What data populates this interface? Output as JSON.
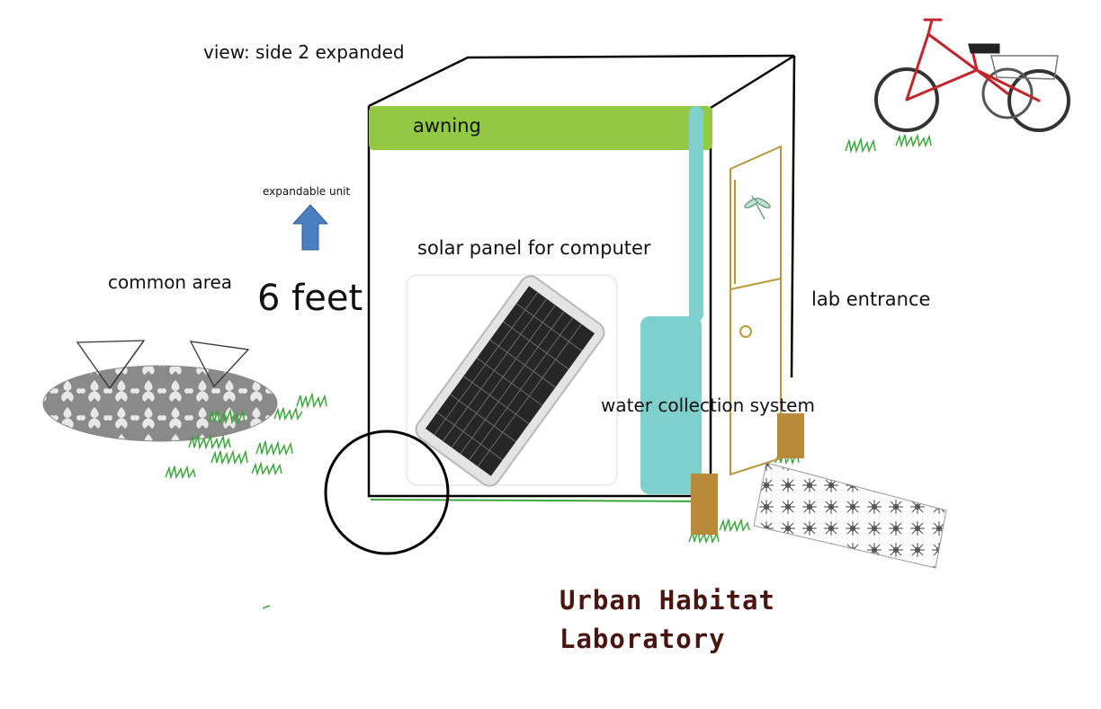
{
  "labels": {
    "view": "view: side 2 expanded",
    "expandable": "expandable unit",
    "common_area": "common area",
    "height": "6 feet",
    "awning": "awning",
    "solar_panel": "solar panel for computer",
    "lab_entrance": "lab entrance",
    "water_system": "water collection system"
  },
  "title": {
    "line1": "Urban Habitat",
    "line2": "Laboratory"
  },
  "colors": {
    "awning": "#93c843",
    "water": "#7fd0cc",
    "door": "#b8983a",
    "post": "#b88a3a",
    "arrow": "#4a7fc0",
    "grass": "#3aa83a",
    "bike": "#c0262c",
    "title": "#4a1410"
  },
  "icons": [
    "up-arrow-icon",
    "bicycle-icon",
    "dragonfly-icon",
    "solar-panel-icon"
  ]
}
